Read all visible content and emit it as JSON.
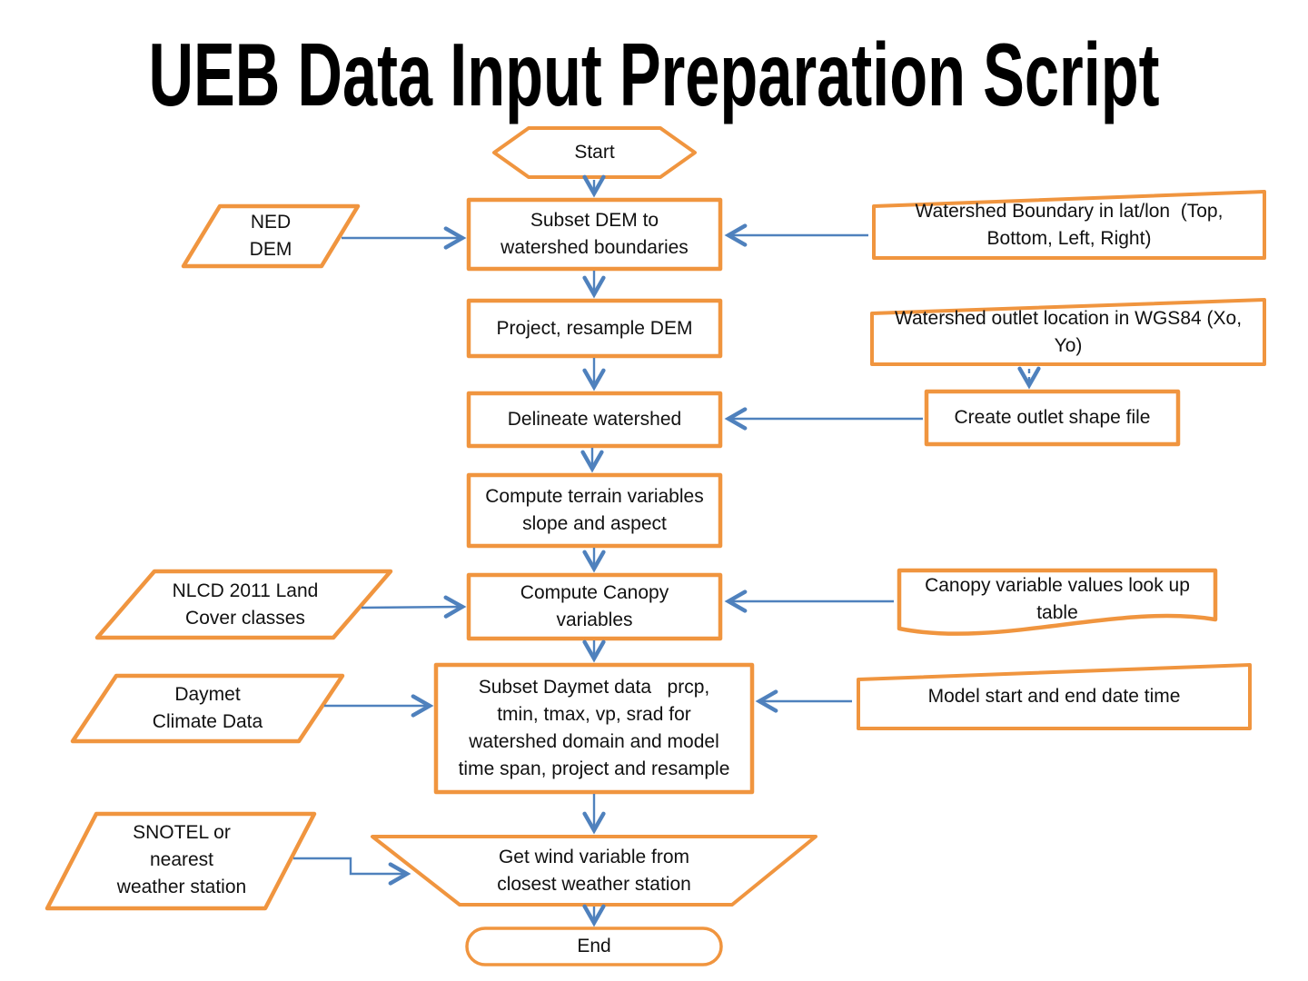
{
  "title": "UEB Data Input Preparation Script",
  "colors": {
    "shape_border": "#F0953F",
    "arrow": "#4F81BD",
    "text": "#111111",
    "background": "#FFFFFF"
  },
  "nodes": {
    "start": {
      "shape": "hexagon",
      "label": "Start"
    },
    "subset_dem": {
      "shape": "process",
      "label": "Subset DEM to\nwatershed boundaries"
    },
    "ned_dem": {
      "shape": "data-parallelogram",
      "label": "NED\nDEM"
    },
    "watershed_boundary": {
      "shape": "input-card",
      "label": "Watershed Boundary in lat/lon  (Top,\nBottom, Left, Right)"
    },
    "project_resample": {
      "shape": "process",
      "label": "Project, resample DEM"
    },
    "watershed_outlet": {
      "shape": "input-card",
      "label": "Watershed outlet location in WGS84 (Xo,\nYo)"
    },
    "delineate": {
      "shape": "process",
      "label": "Delineate watershed"
    },
    "create_outlet": {
      "shape": "process",
      "label": "Create outlet shape file"
    },
    "terrain": {
      "shape": "process",
      "label": "Compute terrain variables\nslope and aspect"
    },
    "nlcd": {
      "shape": "data-parallelogram",
      "label": "NLCD 2011 Land\nCover classes"
    },
    "canopy": {
      "shape": "process",
      "label": "Compute Canopy\nvariables"
    },
    "canopy_table": {
      "shape": "document",
      "label": "Canopy variable values look up\ntable"
    },
    "daymet": {
      "shape": "data-parallelogram",
      "label": "Daymet\nClimate Data"
    },
    "subset_daymet": {
      "shape": "process",
      "label": "Subset Daymet data   prcp,\ntmin, tmax, vp, srad for\nwatershed domain and model\ntime span, project and resample"
    },
    "model_dates": {
      "shape": "input-card",
      "label": "Model start and end date time"
    },
    "snotel": {
      "shape": "data-parallelogram",
      "label": "SNOTEL or\nnearest\nweather station"
    },
    "wind": {
      "shape": "trapezoid",
      "label": "Get wind variable from\nclosest weather station"
    },
    "end": {
      "shape": "terminator",
      "label": "End"
    }
  }
}
